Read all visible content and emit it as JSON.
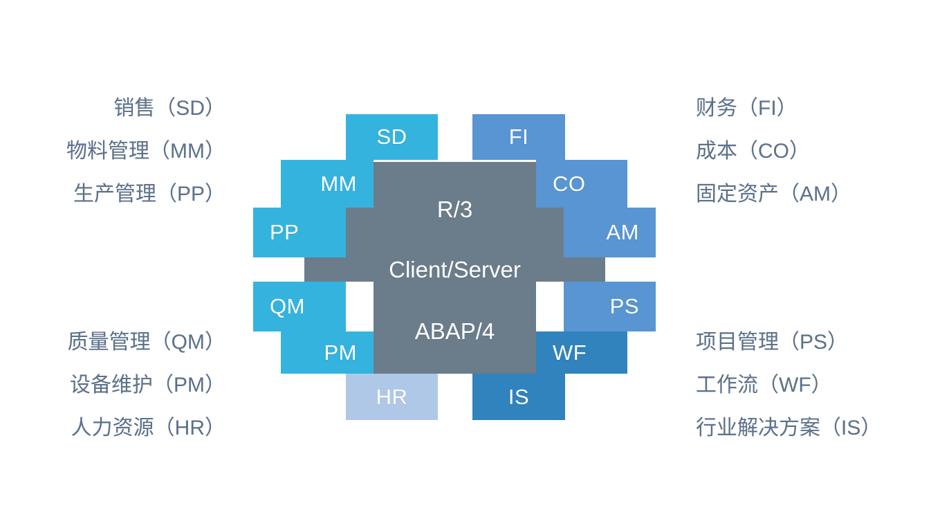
{
  "diagram": {
    "title": "SAP R/3 Client/Server ABAP/4 module map",
    "colors": {
      "light_blue": "#35b3df",
      "medium_blue": "#5895d2",
      "dark_blue": "#3083bc",
      "pale_blue": "#b0c8e8",
      "core_gray": "#6b7c8b",
      "caption_text": "#5d7189"
    },
    "core": {
      "lines": [
        "R/3",
        "Client/Server",
        "ABAP/4"
      ]
    },
    "modules": [
      {
        "code": "SD",
        "group": "left",
        "color": "#35b3df",
        "align": "center"
      },
      {
        "code": "MM",
        "group": "left",
        "color": "#35b3df",
        "align": "right"
      },
      {
        "code": "PP",
        "group": "left",
        "color": "#35b3df",
        "align": "left"
      },
      {
        "code": "QM",
        "group": "left",
        "color": "#35b3df",
        "align": "left"
      },
      {
        "code": "PM",
        "group": "left",
        "color": "#35b3df",
        "align": "right"
      },
      {
        "code": "HR",
        "group": "left",
        "color": "#b0c8e8",
        "align": "center"
      },
      {
        "code": "FI",
        "group": "right",
        "color": "#5895d2",
        "align": "center"
      },
      {
        "code": "CO",
        "group": "right",
        "color": "#5895d2",
        "align": "left"
      },
      {
        "code": "AM",
        "group": "right",
        "color": "#5895d2",
        "align": "right"
      },
      {
        "code": "PS",
        "group": "right",
        "color": "#5895d2",
        "align": "right"
      },
      {
        "code": "WF",
        "group": "right",
        "color": "#3083bc",
        "align": "left"
      },
      {
        "code": "IS",
        "group": "right",
        "color": "#3083bc",
        "align": "center"
      }
    ]
  },
  "captions": {
    "top_left": [
      {
        "name": "销售",
        "code": "SD",
        "text": "销售（SD）"
      },
      {
        "name": "物料管理",
        "code": "MM",
        "text": "物料管理（MM）"
      },
      {
        "name": "生产管理",
        "code": "PP",
        "text": "生产管理（PP）"
      }
    ],
    "bottom_left": [
      {
        "name": "质量管理",
        "code": "QM",
        "text": "质量管理（QM）"
      },
      {
        "name": "设备维护",
        "code": "PM",
        "text": "设备维护（PM）"
      },
      {
        "name": "人力资源",
        "code": "HR",
        "text": "人力资源（HR）"
      }
    ],
    "top_right": [
      {
        "name": "财务",
        "code": "FI",
        "text": "财务（FI）"
      },
      {
        "name": "成本",
        "code": "CO",
        "text": "成本（CO）"
      },
      {
        "name": "固定资产",
        "code": "AM",
        "text": "固定资产（AM）"
      }
    ],
    "bottom_right": [
      {
        "name": "项目管理",
        "code": "PS",
        "text": "项目管理（PS）"
      },
      {
        "name": "工作流",
        "code": "WF",
        "text": "工作流（WF）"
      },
      {
        "name": "行业解决方案",
        "code": "IS",
        "text": "行业解决方案（IS）"
      }
    ]
  }
}
